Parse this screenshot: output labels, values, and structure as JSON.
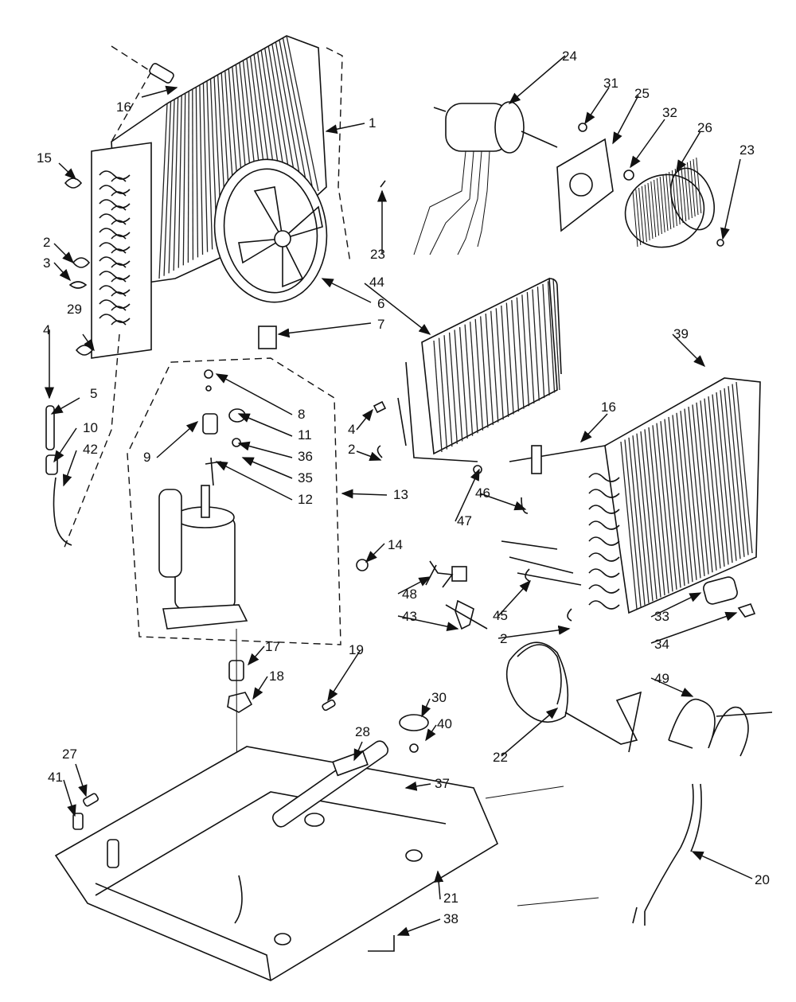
{
  "labels": {
    "l1": "1",
    "l2a": "2",
    "l2b": "2",
    "l2c": "2",
    "l3": "3",
    "l4a": "4",
    "l4b": "4",
    "l5": "5",
    "l6": "6",
    "l7": "7",
    "l8": "8",
    "l9": "9",
    "l10": "10",
    "l11": "11",
    "l12": "12",
    "l13": "13",
    "l14": "14",
    "l15": "15",
    "l16a": "16",
    "l16b": "16",
    "l17": "17",
    "l18": "18",
    "l19": "19",
    "l20": "20",
    "l21": "21",
    "l22": "22",
    "l23a": "23",
    "l23b": "23",
    "l24": "24",
    "l25": "25",
    "l26": "26",
    "l27": "27",
    "l28": "28",
    "l29": "29",
    "l30": "30",
    "l31": "31",
    "l32": "32",
    "l33": "33",
    "l34": "34",
    "l35": "35",
    "l36": "36",
    "l37": "37",
    "l38": "38",
    "l39": "39",
    "l40": "40",
    "l41": "41",
    "l42": "42",
    "l43": "43",
    "l44": "44",
    "l45": "45",
    "l46": "46",
    "l47": "47",
    "l48": "48",
    "l49": "49"
  }
}
